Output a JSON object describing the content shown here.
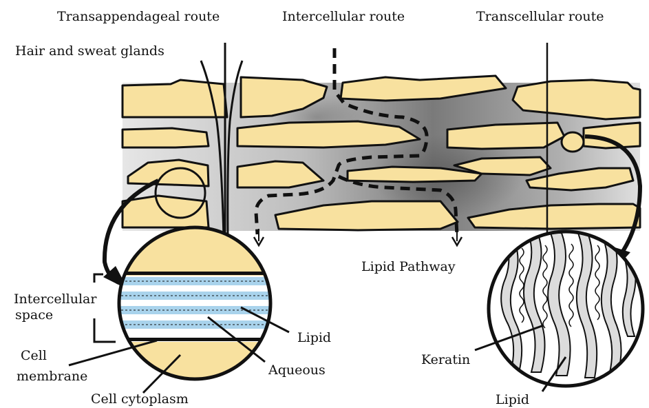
{
  "labels": {
    "transappendageal": "Transappendageal route",
    "intercellular_route": "Intercellular route",
    "transcellular_route": "Transcellular route",
    "hair_sweat": "Hair and sweat glands",
    "lipid_pathway": "Lipid Pathway",
    "intercellular_space_1": "Intercellular",
    "intercellular_space_2": "space",
    "lipid_left": "Lipid",
    "aqueous": "Aqueous",
    "cell_membrane_1": "Cell",
    "cell_membrane_2": "membrane",
    "cell_cytoplasm": "Cell cytoplasm",
    "keratin": "Keratin",
    "lipid_right": "Lipid"
  },
  "colors": {
    "corneocyte": "#f8e19f",
    "lipid_band": "#a9d3ec",
    "outline": "#111111",
    "matrix_dark": "#6e6e6e",
    "matrix_light": "#f2f2f2"
  }
}
